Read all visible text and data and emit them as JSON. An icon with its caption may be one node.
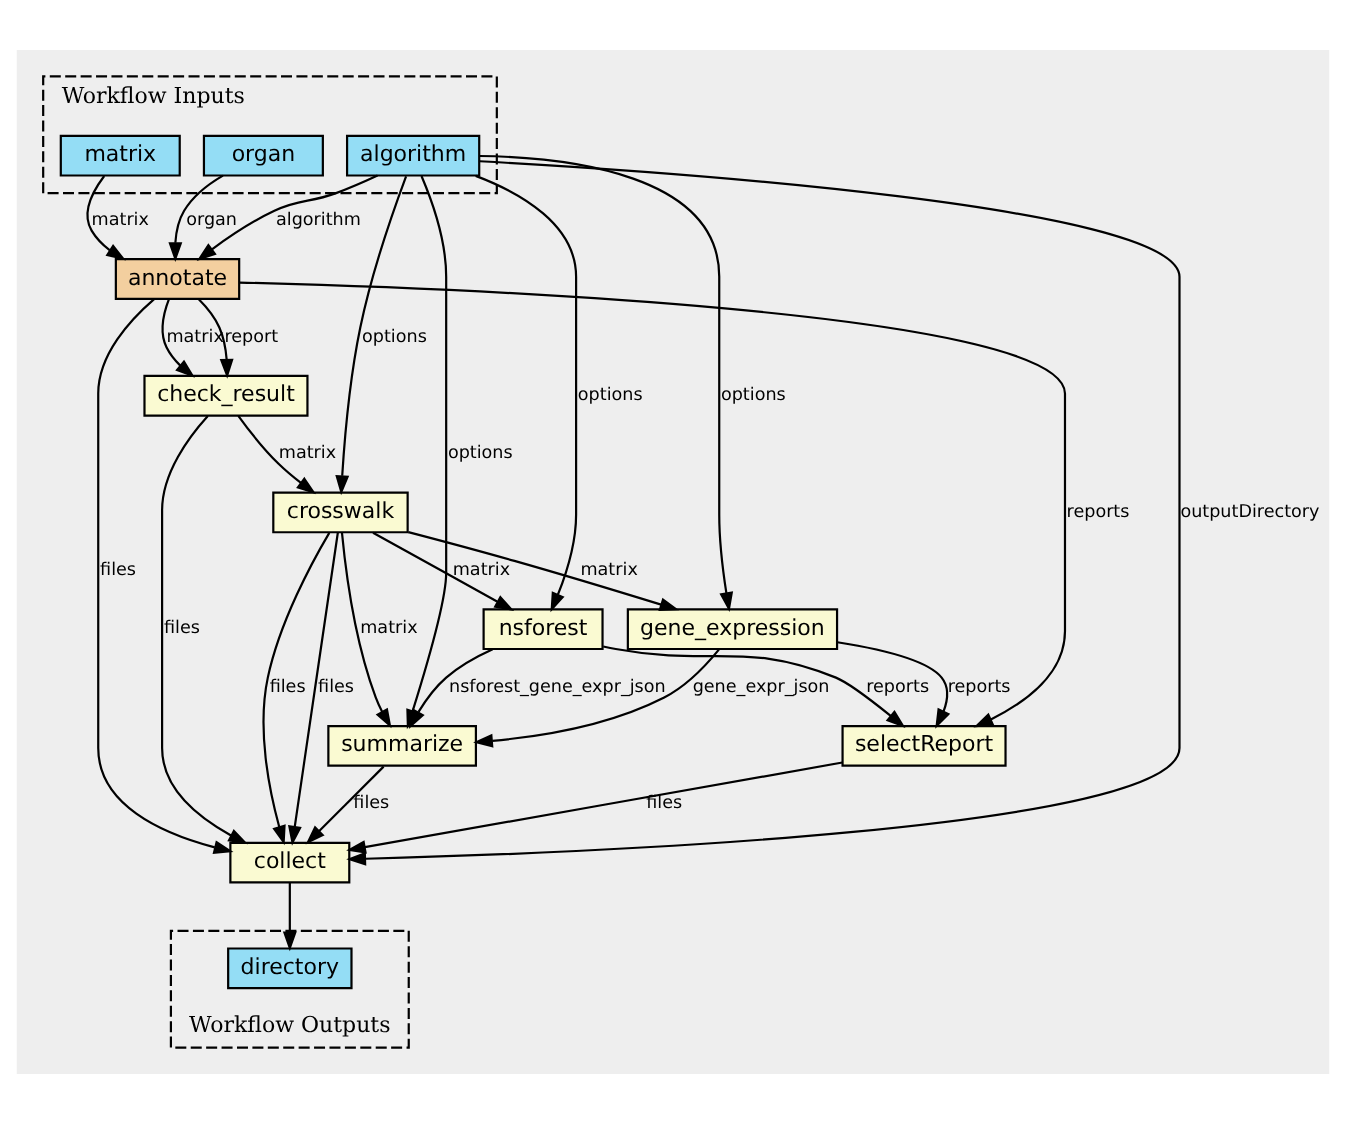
{
  "diagram": {
    "nodes": [
      {
        "text": [
          "Workflow Inputs"
        ]
      },
      {
        "text": [
          "matrix"
        ],
        "in": 0
      },
      {
        "text": [
          "organ"
        ],
        "in": 0
      },
      {
        "text": [
          "algorithm"
        ],
        "in": 0
      },
      {
        "text": [
          "annotate"
        ]
      },
      {
        "text": [
          "check_result"
        ]
      },
      {
        "text": [
          "crosswalk"
        ]
      },
      {
        "text": [
          "gene_expression"
        ]
      },
      {
        "text": [
          "nsforest"
        ]
      },
      {
        "text": [
          "selectReport"
        ]
      },
      {
        "text": [
          "summarize"
        ]
      },
      {
        "text": [
          "collect"
        ]
      },
      {
        "text": [
          "Workflow Outputs"
        ]
      },
      {
        "text": [
          "directory"
        ],
        "in": 12
      }
    ],
    "edges": [
      {
        "from": 1,
        "to": 4,
        "arrow": "to",
        "label": "matrix"
      },
      {
        "from": 2,
        "to": 4,
        "arrow": "to",
        "label": "organ"
      },
      {
        "from": 3,
        "to": 4,
        "arrow": "to",
        "label": "algorithm"
      },
      {
        "from": 3,
        "to": 6,
        "arrow": "to",
        "label": "options"
      },
      {
        "from": 3,
        "to": 7,
        "arrow": "to",
        "label": "options"
      },
      {
        "from": 3,
        "to": 8,
        "arrow": "to",
        "label": "options"
      },
      {
        "from": 3,
        "to": 10,
        "arrow": "to",
        "label": "options"
      },
      {
        "from": 3,
        "to": 11,
        "arrow": "to",
        "label": "outputDirectory"
      },
      {
        "from": 4,
        "to": 5,
        "arrow": "to",
        "label": "matrix"
      },
      {
        "from": 4,
        "to": 5,
        "arrow": "to",
        "label": "report"
      },
      {
        "from": 4,
        "to": 9,
        "arrow": "to",
        "label": "reports"
      },
      {
        "from": 4,
        "to": 11,
        "arrow": "to",
        "label": "files"
      },
      {
        "from": 5,
        "to": 6,
        "arrow": "to",
        "label": "matrix"
      },
      {
        "from": 5,
        "to": 11,
        "arrow": "to",
        "label": "files"
      },
      {
        "from": 6,
        "to": 7,
        "arrow": "to",
        "label": "matrix"
      },
      {
        "from": 6,
        "to": 8,
        "arrow": "to",
        "label": "matrix"
      },
      {
        "from": 6,
        "to": 10,
        "arrow": "to",
        "label": "matrix"
      },
      {
        "from": 6,
        "to": 11,
        "arrow": "to",
        "label": "files"
      },
      {
        "from": 6,
        "to": 11,
        "arrow": "to",
        "label": "files"
      },
      {
        "from": 7,
        "to": 9,
        "arrow": "to",
        "label": "reports"
      },
      {
        "from": 7,
        "to": 10,
        "arrow": "to",
        "label": "gene_expr_json"
      },
      {
        "from": 8,
        "to": 9,
        "arrow": "to",
        "label": "reports"
      },
      {
        "from": 8,
        "to": 10,
        "arrow": "to",
        "label": "nsforest_gene_expr_json"
      },
      {
        "from": 9,
        "to": 11,
        "arrow": "to",
        "label": "files"
      },
      {
        "from": 10,
        "to": 11,
        "arrow": "to",
        "label": "files"
      },
      {
        "from": 11,
        "to": 13,
        "arrow": "to"
      }
    ]
  }
}
